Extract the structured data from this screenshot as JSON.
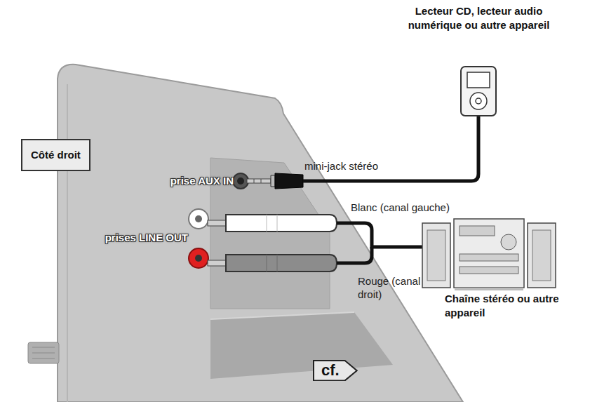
{
  "diagram": {
    "nodes": [
      {
        "text": [
          "Côté droit"
        ]
      },
      {
        "text": [
          "Lecteur CD, lecteur audio numérique ou autre appareil"
        ]
      },
      {
        "text": [
          "Chaîne stéréo ou autre appareil"
        ]
      },
      {
        "text": [
          "cf."
        ]
      }
    ],
    "labels": [
      "prise AUX IN",
      "prises LINE OUT",
      "mini-jack stéréo",
      "Blanc (canal gauche)",
      "Rouge (canal droit)"
    ]
  }
}
